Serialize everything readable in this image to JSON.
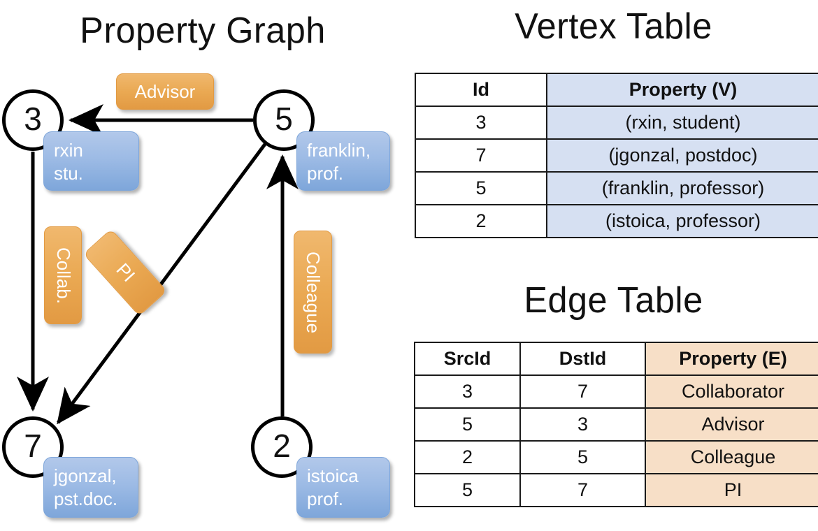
{
  "titles": {
    "graph": "Property Graph",
    "vertex": "Vertex Table",
    "edge": "Edge Table"
  },
  "graph": {
    "nodes": [
      {
        "id": "3",
        "label_line1": "rxin",
        "label_line2": "stu."
      },
      {
        "id": "5",
        "label_line1": "franklin,",
        "label_line2": "prof."
      },
      {
        "id": "7",
        "label_line1": "jgonzal,",
        "label_line2": "pst.doc."
      },
      {
        "id": "2",
        "label_line1": "istoica",
        "label_line2": "prof."
      }
    ],
    "edge_labels": [
      {
        "text": "Advisor"
      },
      {
        "text": "Collab."
      },
      {
        "text": "PI"
      },
      {
        "text": "Colleague"
      }
    ]
  },
  "vertex_table": {
    "headers": [
      "Id",
      "Property (V)"
    ],
    "rows": [
      {
        "id": "3",
        "property": "(rxin, student)"
      },
      {
        "id": "7",
        "property": "(jgonzal, postdoc)"
      },
      {
        "id": "5",
        "property": "(franklin, professor)"
      },
      {
        "id": "2",
        "property": "(istoica, professor)"
      }
    ]
  },
  "edge_table": {
    "headers": [
      "SrcId",
      "DstId",
      "Property (E)"
    ],
    "rows": [
      {
        "src": "3",
        "dst": "7",
        "property": "Collaborator"
      },
      {
        "src": "5",
        "dst": "3",
        "property": "Advisor"
      },
      {
        "src": "2",
        "dst": "5",
        "property": "Colleague"
      },
      {
        "src": "5",
        "dst": "7",
        "property": "PI"
      }
    ]
  },
  "colors": {
    "vertex_property_fill": "#d6e0f2",
    "edge_property_fill": "#f7dfc7",
    "vertex_box_blue": "#9dbbe5",
    "edge_box_orange": "#eaa953",
    "stroke": "#000000",
    "background": "#ffffff"
  }
}
